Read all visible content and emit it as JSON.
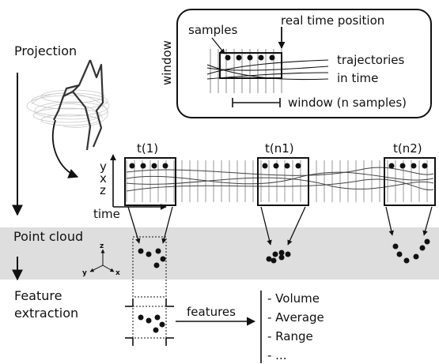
{
  "stages": {
    "projection": "Projection",
    "point_cloud": "Point cloud",
    "feature_extraction_line1": "Feature",
    "feature_extraction_line2": "extraction"
  },
  "window_inset": {
    "side_label": "window",
    "samples": "samples",
    "real_time_position": "real time position",
    "trajectories": "trajectories",
    "in_time": "in time",
    "window_size": "window (n samples)"
  },
  "timeline": {
    "windows": [
      "t(1)",
      "t(n1)",
      "t(n2)"
    ],
    "axes": [
      "y",
      "x",
      "z"
    ],
    "time_label": "time"
  },
  "point_cloud_axes": {
    "z": "z",
    "y": "y",
    "x": "x"
  },
  "features": {
    "arrow_label": "features",
    "items": [
      "- Volume",
      "- Average",
      "- Range",
      "- ..."
    ]
  }
}
